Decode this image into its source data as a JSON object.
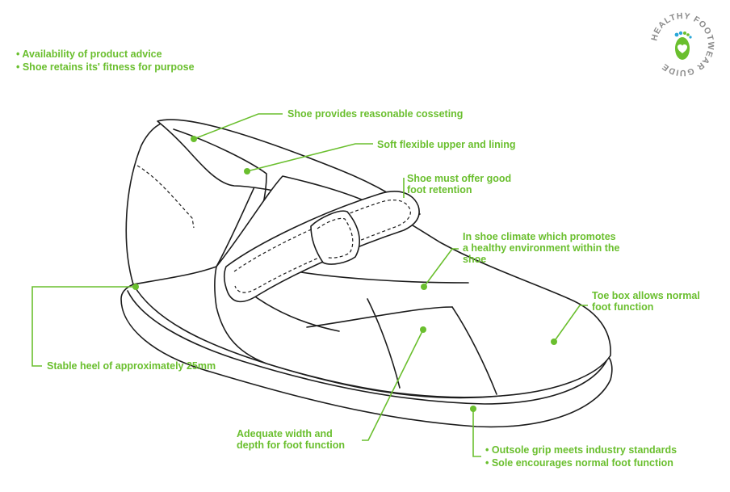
{
  "top_bullets": [
    "• Availability of product advice",
    "• Shoe retains its' fitness for purpose"
  ],
  "logo": {
    "ring_text": "HEALTHY FOOTWEAR GUIDE",
    "icon": "foot-heart-icon",
    "colors": [
      "#6abf2e",
      "#2aa7d8",
      "#8a8a8a"
    ]
  },
  "callouts": {
    "cosseting": "Shoe provides reasonable cosseting",
    "upper": "Soft flexible upper and lining",
    "retention": [
      "Shoe must offer good",
      "foot retention"
    ],
    "climate": [
      "In shoe climate which promotes",
      "a healthy environment within the",
      "shoe"
    ],
    "toebox": [
      "Toe box allows normal",
      "foot function"
    ],
    "heel": "Stable heel of approximately 25mm",
    "width": [
      "Adequate width and",
      "depth for foot function"
    ],
    "sole": [
      "• Outsole grip meets industry standards",
      "• Sole encourages normal foot function"
    ]
  },
  "accent_color": "#6abf2e",
  "line_color": "#1c1c1c"
}
